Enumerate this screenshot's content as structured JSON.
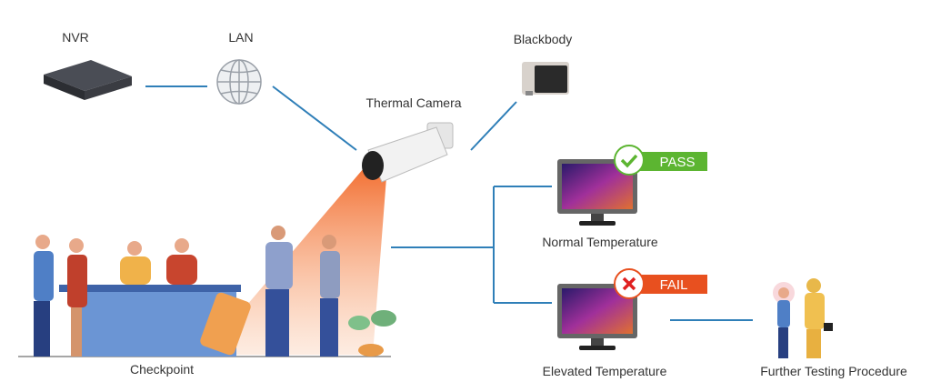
{
  "labels": {
    "nvr": "NVR",
    "lan": "LAN",
    "blackbody": "Blackbody",
    "thermal_camera": "Thermal Camera",
    "checkpoint": "Checkpoint",
    "normal": "Normal Temperature",
    "elevated": "Elevated Temperature",
    "further": "Further Testing Procedure"
  },
  "badges": {
    "pass": "PASS",
    "fail": "FAIL"
  },
  "colors": {
    "link": "#2f7fb8",
    "pass": "#5cb531",
    "fail": "#e8501f",
    "cone": "#f26a2a",
    "person_blue": "#4a6fb0"
  }
}
